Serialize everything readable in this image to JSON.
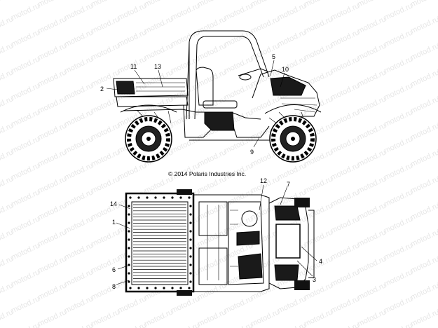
{
  "watermark": {
    "text": "motod.ru"
  },
  "copyright": "© 2014 Polaris Industries Inc.",
  "side_view": {
    "callouts": [
      {
        "id": "callout-2",
        "label": "2"
      },
      {
        "id": "callout-11",
        "label": "11"
      },
      {
        "id": "callout-13",
        "label": "13"
      },
      {
        "id": "callout-5",
        "label": "5"
      },
      {
        "id": "callout-10",
        "label": "10"
      },
      {
        "id": "callout-9",
        "label": "9"
      }
    ]
  },
  "top_view": {
    "callouts": [
      {
        "id": "callout-14",
        "label": "14"
      },
      {
        "id": "callout-1",
        "label": "1"
      },
      {
        "id": "callout-6",
        "label": "6"
      },
      {
        "id": "callout-8",
        "label": "8"
      },
      {
        "id": "callout-12",
        "label": "12"
      },
      {
        "id": "callout-7",
        "label": "7"
      },
      {
        "id": "callout-4",
        "label": "4"
      },
      {
        "id": "callout-3",
        "label": "3"
      }
    ]
  }
}
